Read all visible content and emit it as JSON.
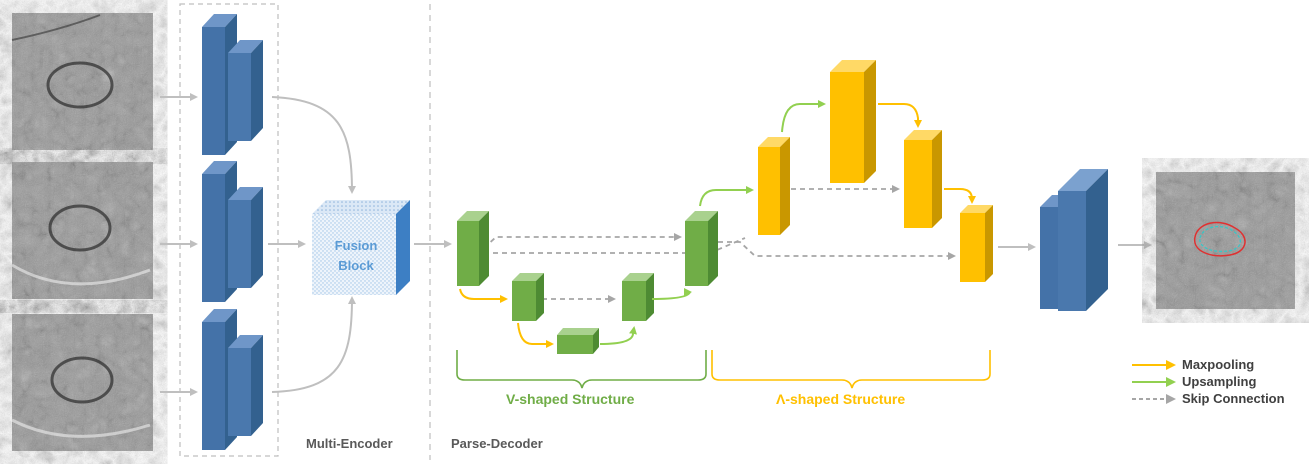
{
  "labels": {
    "multi_encoder": "Multi-Encoder",
    "parse_decoder": "Parse-Decoder",
    "fusion_line1": "Fusion",
    "fusion_line2": "Block",
    "v_structure": "V-shaped Structure",
    "a_structure": "Λ-shaped Structure"
  },
  "legend": [
    {
      "label": "Maxpooling",
      "style": "solid",
      "color": "#ffc000"
    },
    {
      "label": "Upsampling",
      "style": "solid",
      "color": "#92d050"
    },
    {
      "label": "Skip Connection",
      "style": "dashed",
      "color": "#a6a6a6"
    }
  ],
  "colors": {
    "encoder_blue": "#4472a8",
    "fusion_blue": "#5b9bd5",
    "v_green": "#70ad47",
    "a_yellow": "#ffc000",
    "gray_arrow": "#bfbfbf"
  }
}
